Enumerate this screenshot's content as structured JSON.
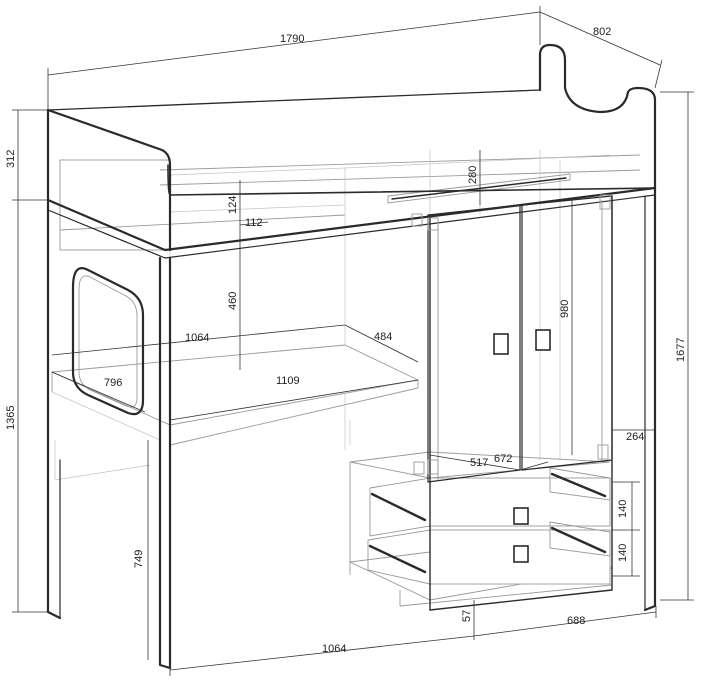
{
  "dimensions": {
    "width_total": "1790",
    "depth_total": "802",
    "guard_height": "312",
    "total_height": "1677",
    "lower_height": "1365",
    "shelf_gap": "124",
    "shelf_depth": "112",
    "hanging_space": "280",
    "desk_clearance": "460",
    "desk_width_upper": "1064",
    "desk_depth": "484",
    "desk_front": "796",
    "desk_length": "1109",
    "door_height": "980",
    "side_depth": "264",
    "inner_depth": "517",
    "inner_width": "672",
    "drawer_top": "140",
    "drawer_bottom": "140",
    "desk_height": "749",
    "plinth": "57",
    "wardrobe_width": "688",
    "desk_width_lower": "1064"
  }
}
